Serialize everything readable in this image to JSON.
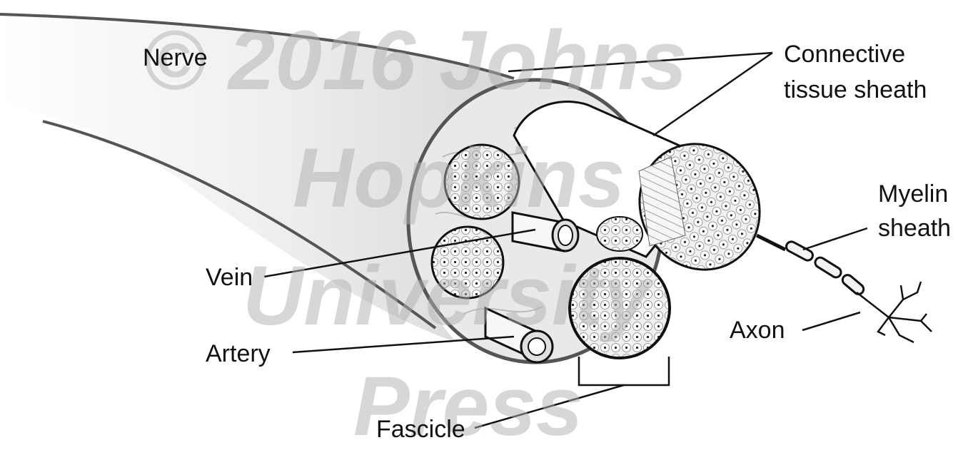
{
  "labels": {
    "nerve": "Nerve",
    "connective_line1": "Connective",
    "connective_line2": "tissue sheath",
    "myelin_line1": "Myelin",
    "myelin_line2": "sheath",
    "vein": "Vein",
    "artery": "Artery",
    "axon": "Axon",
    "fascicle": "Fascicle"
  },
  "watermark": {
    "line1": "© 2016 Johns",
    "line2": "Hopkins",
    "line3": "University",
    "line4": "Press"
  },
  "colors": {
    "line": "#111111",
    "nerve_fill": "#e4e4e4",
    "fascicle_fill": "#f4f4f4",
    "vessel_fill": "#f7f7f7",
    "watermark": "#b0b0b0"
  }
}
